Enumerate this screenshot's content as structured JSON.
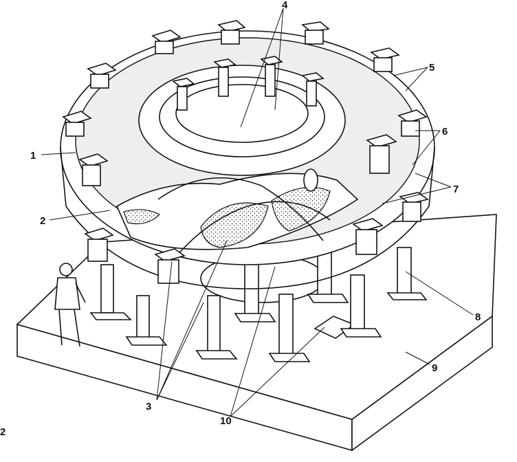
{
  "figure": {
    "labels": [
      {
        "id": "label-1",
        "text": "1"
      },
      {
        "id": "label-2",
        "text": "2"
      },
      {
        "id": "label-3",
        "text": "3"
      },
      {
        "id": "label-4",
        "text": "4"
      },
      {
        "id": "label-5",
        "text": "5"
      },
      {
        "id": "label-6",
        "text": "6"
      },
      {
        "id": "label-7",
        "text": "7"
      },
      {
        "id": "label-8",
        "text": "8"
      },
      {
        "id": "label-9",
        "text": "9"
      },
      {
        "id": "label-10",
        "text": "10"
      }
    ],
    "edge_mark": "2"
  }
}
